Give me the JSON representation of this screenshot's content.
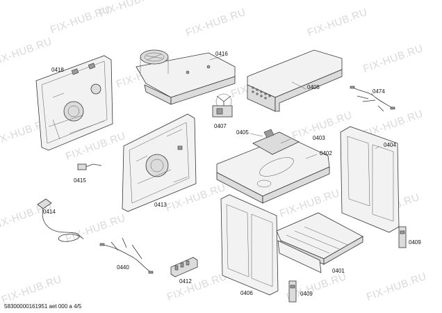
{
  "watermark": "FIX-HUB.RU",
  "footer": "58300000161951 aet 000 a 4/5",
  "parts": {
    "p0401": "0401",
    "p0402": "0402",
    "p0403": "0403",
    "p0404": "0404",
    "p0405": "0405",
    "p0406": "0406",
    "p0407": "0407",
    "p0408": "0408",
    "p0409a": "0409",
    "p0409b": "0409",
    "p0412": "0412",
    "p0413": "0413",
    "p0414": "0414",
    "p0415": "0415",
    "p0416": "0416",
    "p0418": "0418",
    "p0440": "0440",
    "p0474": "0474"
  }
}
